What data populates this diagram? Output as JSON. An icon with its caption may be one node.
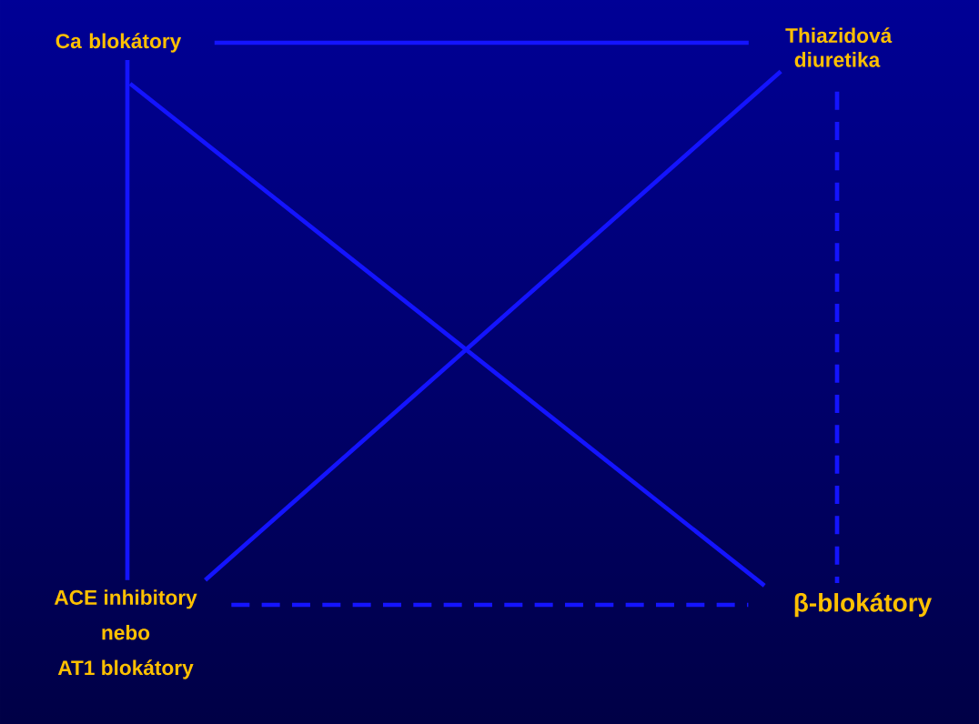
{
  "diagram": {
    "nodes": [
      {
        "text": [
          "Ca blokátory"
        ]
      },
      {
        "text": [
          "Thiazidová diuretika"
        ]
      },
      {
        "text": [
          "ACE inhibitory",
          "nebo",
          "AT1 blokátory"
        ]
      },
      {
        "text": [
          "β-blokátory"
        ]
      }
    ],
    "edges": [
      {
        "from": 0,
        "to": 1,
        "arrow": "none"
      },
      {
        "from": 0,
        "to": 2,
        "arrow": "none"
      },
      {
        "from": 0,
        "to": 3,
        "arrow": "none"
      },
      {
        "from": 2,
        "to": 1,
        "arrow": "none"
      },
      {
        "from": 2,
        "to": 3,
        "arrow": "none",
        "style": "dashed"
      },
      {
        "from": 1,
        "to": 3,
        "arrow": "none",
        "style": "dashed"
      }
    ]
  }
}
